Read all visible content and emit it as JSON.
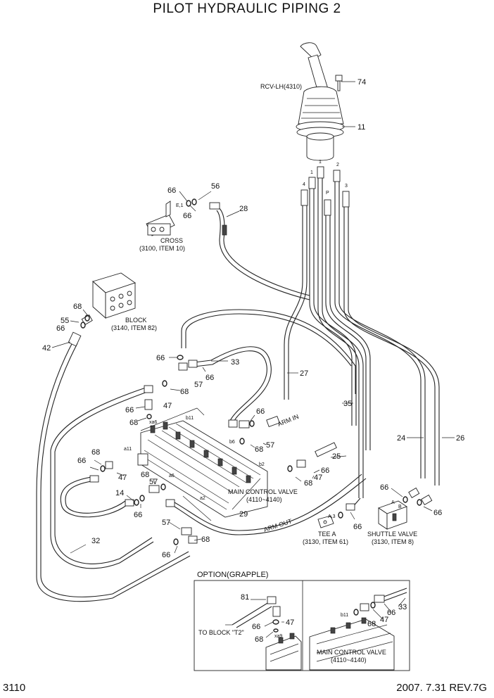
{
  "title": "PILOT HYDRAULIC PIPING 2",
  "page_number": "3110",
  "revision": "2007. 7.31  REV.7G",
  "labels": {
    "rcv": "RCV-LH(4310)",
    "cross_1": "CROSS",
    "cross_2": "(3100, ITEM 10)",
    "block_1": "BLOCK",
    "block_2": "(3140, ITEM 82)",
    "mcv_1": "MAIN CONTROL VALVE",
    "mcv_2": "(4110~4140)",
    "tee_1": "TEE A",
    "tee_2": "(3130, ITEM 61)",
    "shuttle_1": "SHUTTLE VALVE",
    "shuttle_2": "(3130, ITEM 8)",
    "arm_in": "ARM IN",
    "arm_out": "ARM OUT",
    "option": "OPTION(GRAPPLE)",
    "to_block": "TO BLOCK \"T2\"",
    "opt_mcv_1": "MAIN CONTROL VALVE",
    "opt_mcv_2": "(4110~4140)"
  },
  "ports": {
    "p1": "1",
    "p2": "2",
    "p3": "3",
    "p4": "4",
    "pP": "P",
    "e1": "E,1",
    "xa6": "xa6",
    "a11": "a11",
    "b11": "b11",
    "a6": "a6",
    "b6": "b6",
    "b2": "b2",
    "a2": "a2",
    "a3": "A,3",
    "pa": "A",
    "pb": "B",
    "opt_b11": "b11",
    "opt_xa9": "xa9"
  },
  "callouts": {
    "c74": "74",
    "c11": "11",
    "c56": "56",
    "c66a": "66",
    "c66b": "66",
    "c28": "28",
    "c68a": "68",
    "c55": "55",
    "c66c": "66",
    "c42": "42",
    "c66d": "66",
    "c33": "33",
    "c66e": "66",
    "c57a": "57",
    "c68b": "68",
    "c27": "27",
    "c66f": "66",
    "c47a": "47",
    "c68c": "68",
    "c66g": "66",
    "c68d": "68",
    "c57b": "57",
    "c35": "35",
    "c24": "24",
    "c26": "26",
    "c25": "25",
    "c68e": "68",
    "c66h": "66",
    "c47b": "47",
    "c66i": "66",
    "c68f": "68",
    "c47c": "47",
    "c57c": "57",
    "c68g": "68",
    "c14": "14",
    "c66j": "66",
    "c29": "29",
    "c66k": "66",
    "c66l": "66",
    "c66m": "66",
    "c32": "32",
    "c57d": "57",
    "c66n": "66",
    "c68h": "68",
    "c81": "81",
    "c66o": "66",
    "c47d": "47",
    "c68i": "68",
    "c68j": "68",
    "c47e": "47",
    "c66p": "66",
    "c33b": "33"
  }
}
